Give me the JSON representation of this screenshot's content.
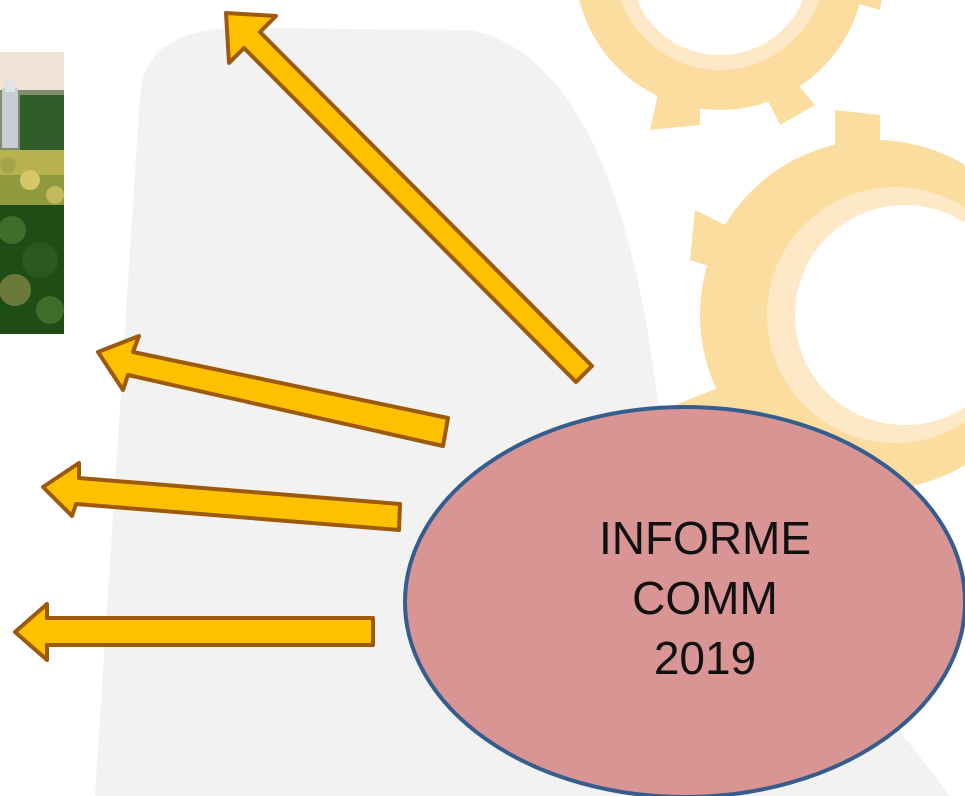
{
  "slide": {
    "central_label": {
      "line1": "INFORME",
      "line2": "COMM",
      "line3": "2019"
    }
  },
  "colors": {
    "arrow_fill": "#FFC000",
    "arrow_stroke": "#9C5A0A",
    "ellipse_fill": "#D99594",
    "ellipse_stroke": "#355E8E",
    "gear_fill": "#FCDDA0",
    "gear_inner": "#FDE9C7",
    "backdrop_fill": "#F2F2F2"
  },
  "icons": {
    "gears": "gear-icon",
    "photo": "landscape-photo"
  }
}
